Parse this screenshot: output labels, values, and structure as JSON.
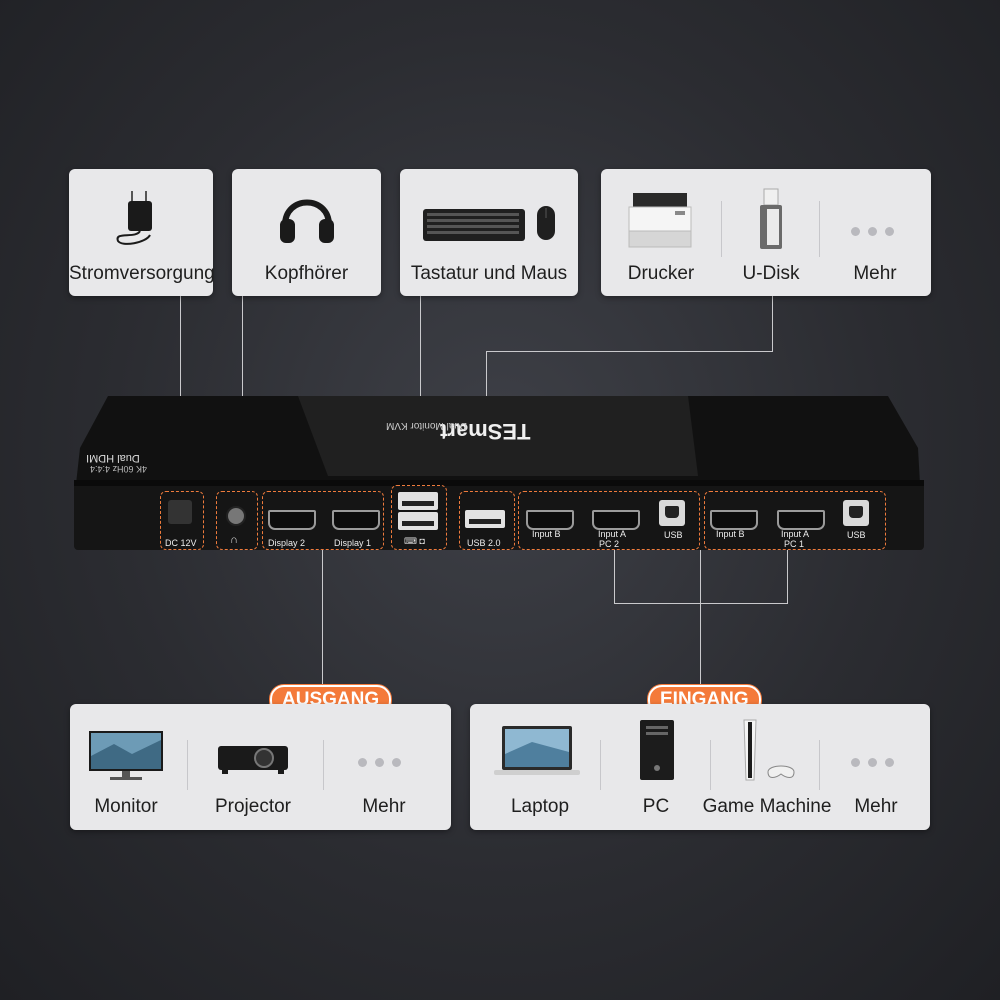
{
  "top_cards": {
    "power": "Stromversorgung",
    "headphones": "Kopfhörer",
    "keyboard_mouse": "Tastatur und Maus",
    "printer": "Drucker",
    "udisk": "U-Disk",
    "more": "Mehr"
  },
  "device": {
    "brand": "TESmart",
    "model_line": "Dual Monitor KVM",
    "side_label_1": "Dual HDMI",
    "side_label_2": "4K 60Hz 4:4:4",
    "ports": {
      "dc": "DC 12V",
      "display2": "Display 2",
      "display1": "Display 1",
      "usb20": "USB 2.0",
      "inputb_pc2": "Input B",
      "inputa_pc2": "Input A",
      "usb_pc2": "USB",
      "pc2": "PC 2",
      "inputb_pc1": "Input B",
      "inputa_pc1": "Input A",
      "usb_pc1": "USB",
      "pc1": "PC 1"
    }
  },
  "badges": {
    "output": "AUSGANG",
    "input": "EINGANG"
  },
  "bottom_left": {
    "monitor": "Monitor",
    "projector": "Projector",
    "more": "Mehr"
  },
  "bottom_right": {
    "laptop": "Laptop",
    "pc": "PC",
    "game": "Game Machine",
    "more": "Mehr"
  },
  "colors": {
    "accent": "#f47a3a",
    "card": "#e8e8ea",
    "background": "#2b2c31"
  }
}
